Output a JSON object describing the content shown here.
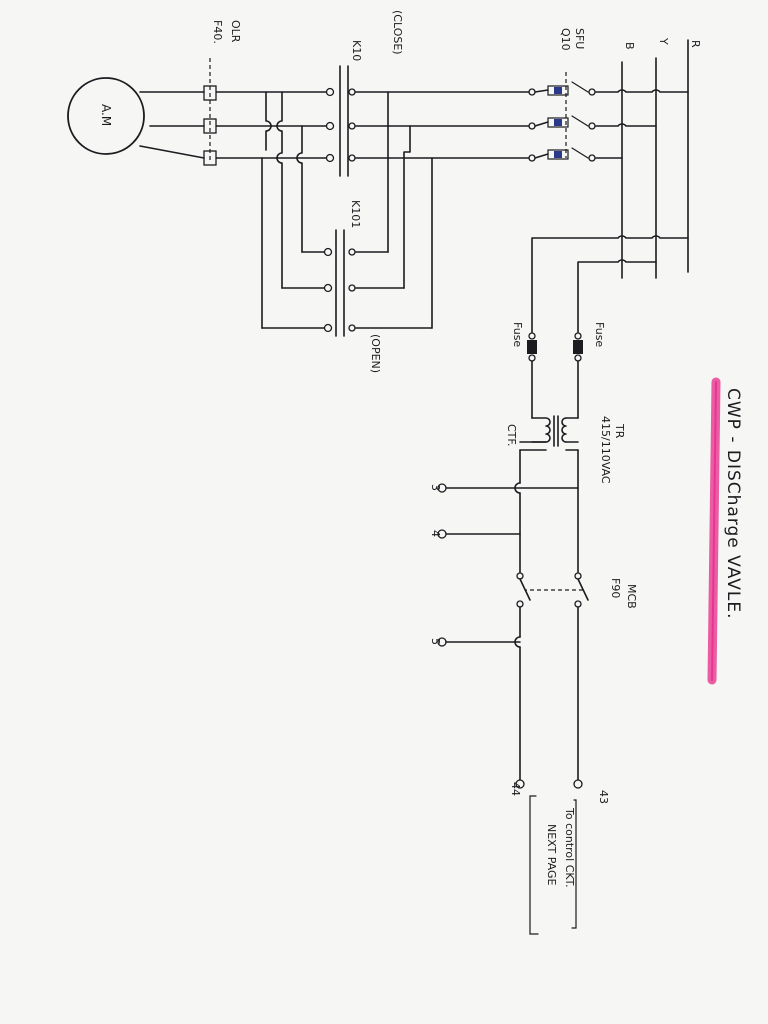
{
  "title": "CWP - DISCharge VAVLE.",
  "highlight_color": "#e8368f",
  "phases": [
    "R",
    "Y",
    "B"
  ],
  "labels": {
    "sfu": "SFU",
    "q10": "Q10",
    "close": "(CLOSE)",
    "open": "(OPEN)",
    "k10": "K10",
    "k101": "K101",
    "olr": "OLR",
    "f40": "F40.",
    "motor": "A.M",
    "fuse_top": "Fuse",
    "fuse_bottom": "Fuse",
    "transformer": "TR",
    "transformer_rating": "415/110VAC",
    "ctf": "CTF.",
    "mcb": "MCB",
    "f90": "F90",
    "term_3": "3",
    "term_4": "4",
    "term_5": "5",
    "term_43": "43",
    "term_44": "44",
    "to_control": "To control CKT.",
    "next_page": "NEXT PAGE"
  }
}
